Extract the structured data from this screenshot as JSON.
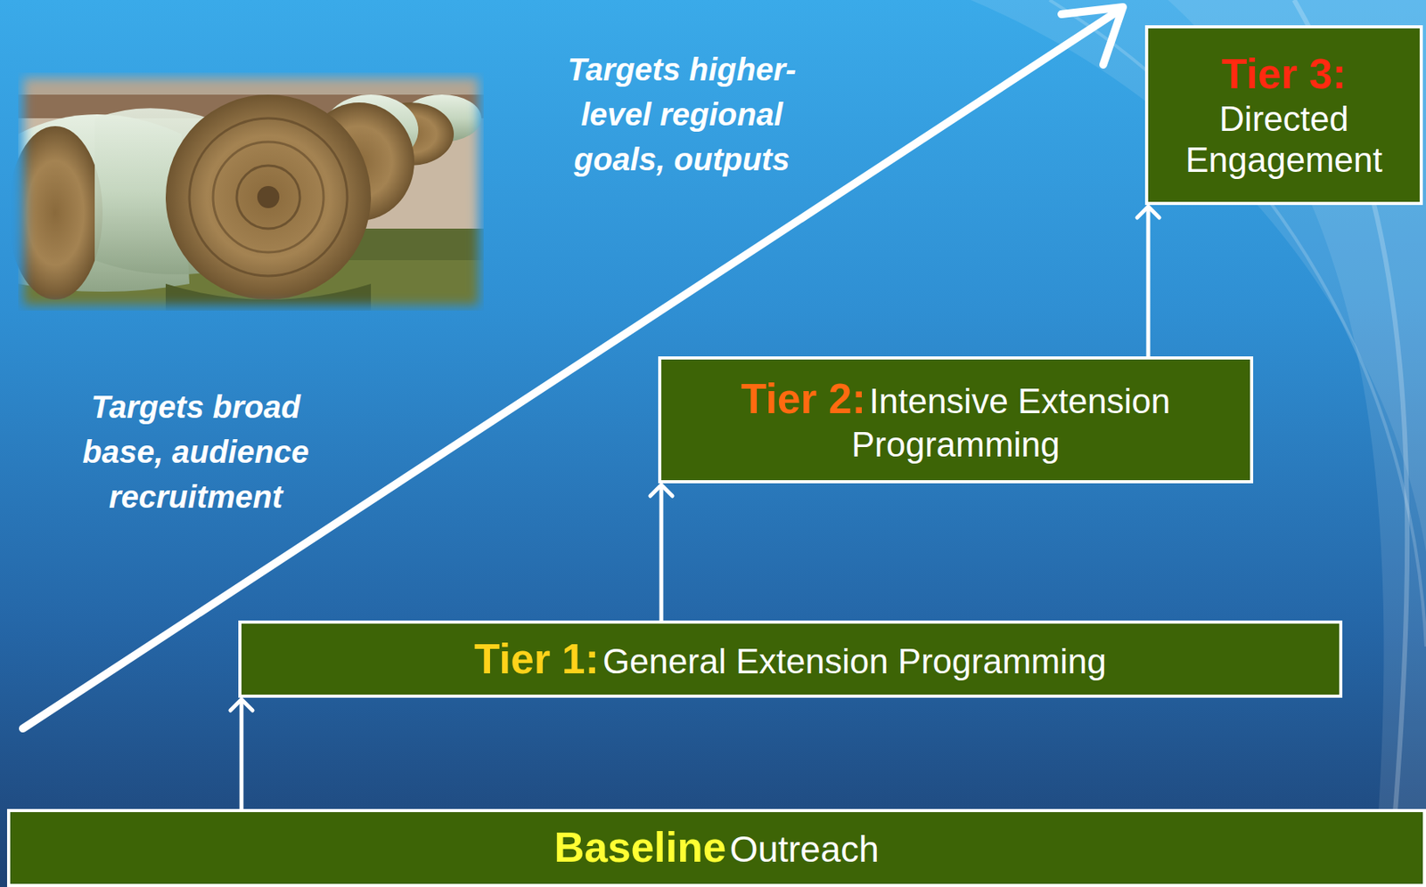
{
  "diagram": {
    "nodes": [
      {
        "text": [
          "Baseline",
          "Outreach"
        ]
      },
      {
        "text": [
          "Tier 1:",
          "General Extension Programming"
        ]
      },
      {
        "text": [
          "Tier 2:",
          "Intensive Extension Programming"
        ]
      },
      {
        "text": [
          "Tier 3:",
          "Directed Engagement"
        ]
      }
    ],
    "edges": [
      {
        "from": 0,
        "to": 1,
        "arrow": "to"
      },
      {
        "from": 1,
        "to": 2,
        "arrow": "to"
      },
      {
        "from": 2,
        "to": 3,
        "arrow": "to"
      }
    ],
    "labels": [
      "Targets higher-level regional goals, outputs",
      "Targets broad base, audience recruitment"
    ]
  }
}
